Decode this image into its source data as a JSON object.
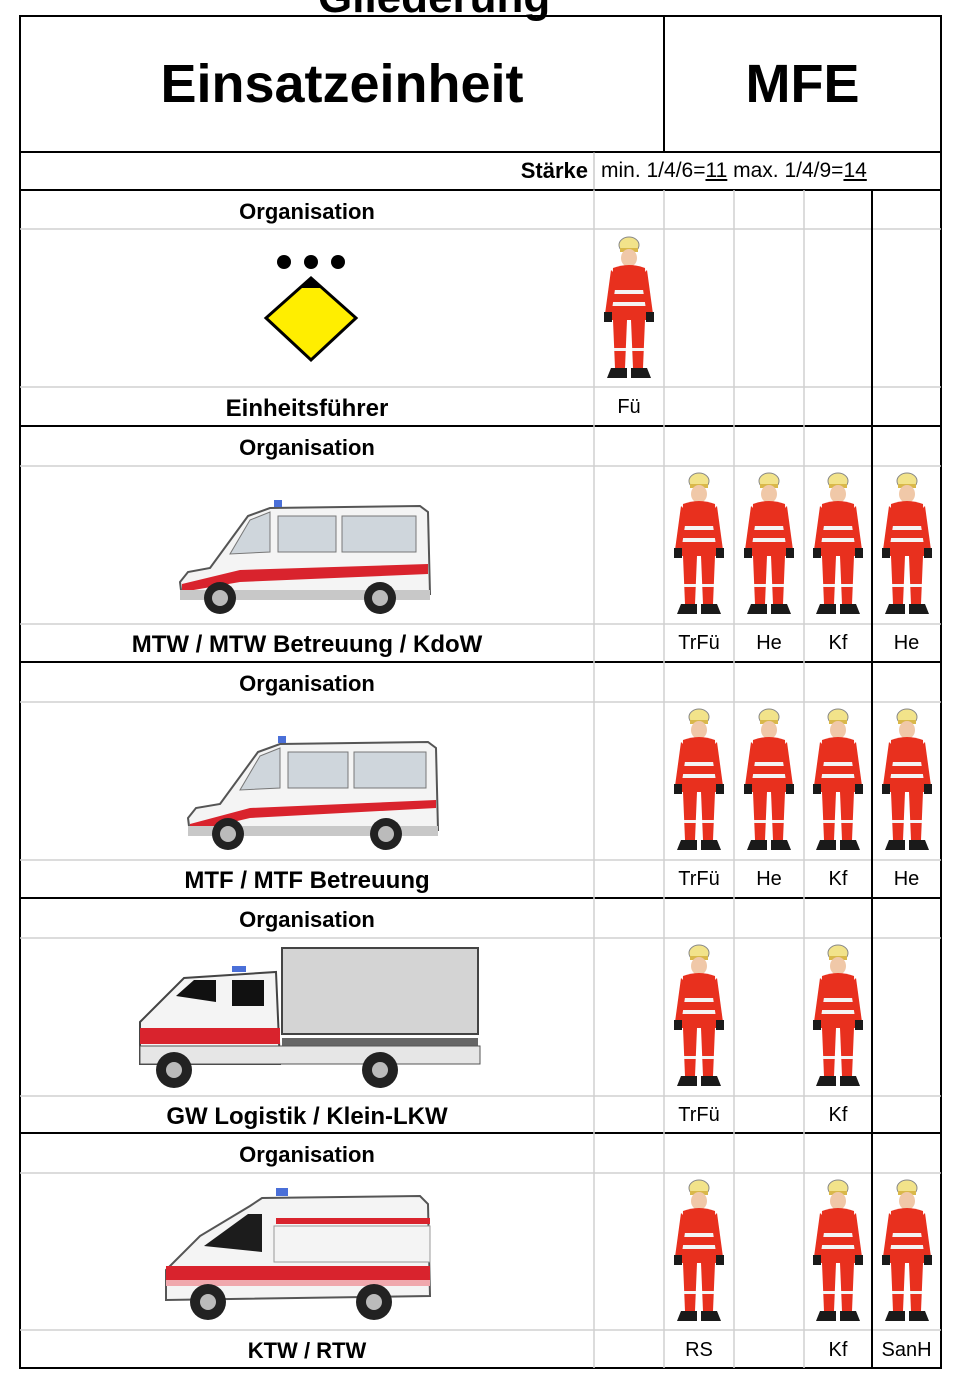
{
  "header": {
    "cut_off_title": "Gliederung",
    "unit_label": "Einsatzeinheit",
    "unit_code": "MFE",
    "strength_label": "Stärke",
    "strength_min_prefix": "min. 1/4/6=",
    "strength_min_total": "11",
    "strength_max_prefix": " max. 1/4/9=",
    "strength_max_total": "14"
  },
  "colors": {
    "line": "#000000",
    "grid": "#d0d0d0",
    "uniform": "#e8301e",
    "reflective": "#f4f4f4",
    "helmet": "#f2e38a",
    "symbol_fill": "#ffee00",
    "vehicle_stripe": "#d9232d"
  },
  "sections": [
    {
      "organisation_label": "Organisation",
      "name": "Einheitsführer",
      "image": "leader-symbol-icon",
      "roles": [
        "Fü",
        "",
        "",
        "",
        ""
      ]
    },
    {
      "organisation_label": "Organisation",
      "name": "MTW / MTW Betreuung / KdoW",
      "image": "van-icon",
      "roles": [
        "",
        "TrFü",
        "He",
        "Kf",
        "He"
      ]
    },
    {
      "organisation_label": "Organisation",
      "name": "MTF / MTF Betreuung",
      "image": "van-icon",
      "roles": [
        "",
        "TrFü",
        "He",
        "Kf",
        "He"
      ]
    },
    {
      "organisation_label": "Organisation",
      "name": "GW Logistik / Klein-LKW",
      "image": "truck-icon",
      "roles": [
        "",
        "TrFü",
        "",
        "Kf",
        ""
      ]
    },
    {
      "organisation_label": "Organisation",
      "name": "KTW / RTW",
      "image": "ambulance-icon",
      "roles": [
        "",
        "RS",
        "",
        "Kf",
        "SanH"
      ]
    }
  ]
}
